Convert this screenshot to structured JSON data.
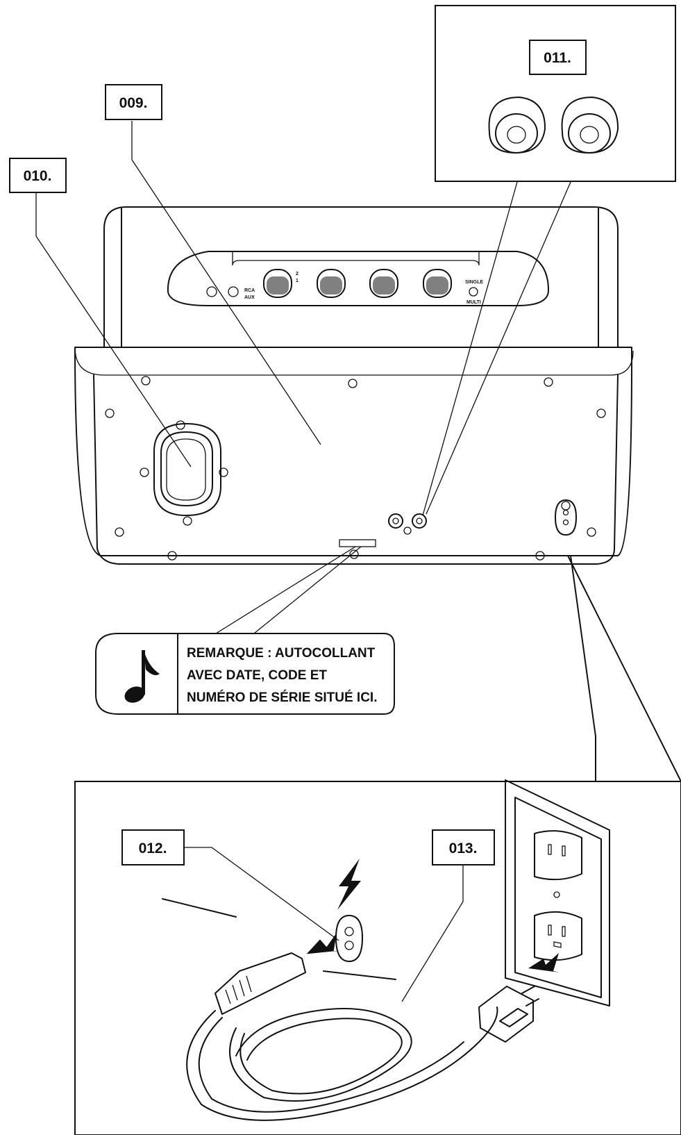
{
  "callouts": {
    "c009": "009.",
    "c010": "010.",
    "c011": "011.",
    "c012": "012.",
    "c013": "013."
  },
  "note": {
    "icon": "music-note-icon",
    "line1": "REMARQUE : AUTOCOLLANT",
    "line2": "AVEC DATE, CODE ET",
    "line3": "NUMÉRO DE SÉRIE SITUÉ ICI."
  },
  "control_panel": {
    "input_labels": [
      "AUX",
      "RCA",
      "1",
      "2"
    ],
    "switch_labels": [
      "SINGLE",
      "MULTI"
    ]
  },
  "colors": {
    "ink": "#111111",
    "paper": "#ffffff"
  }
}
